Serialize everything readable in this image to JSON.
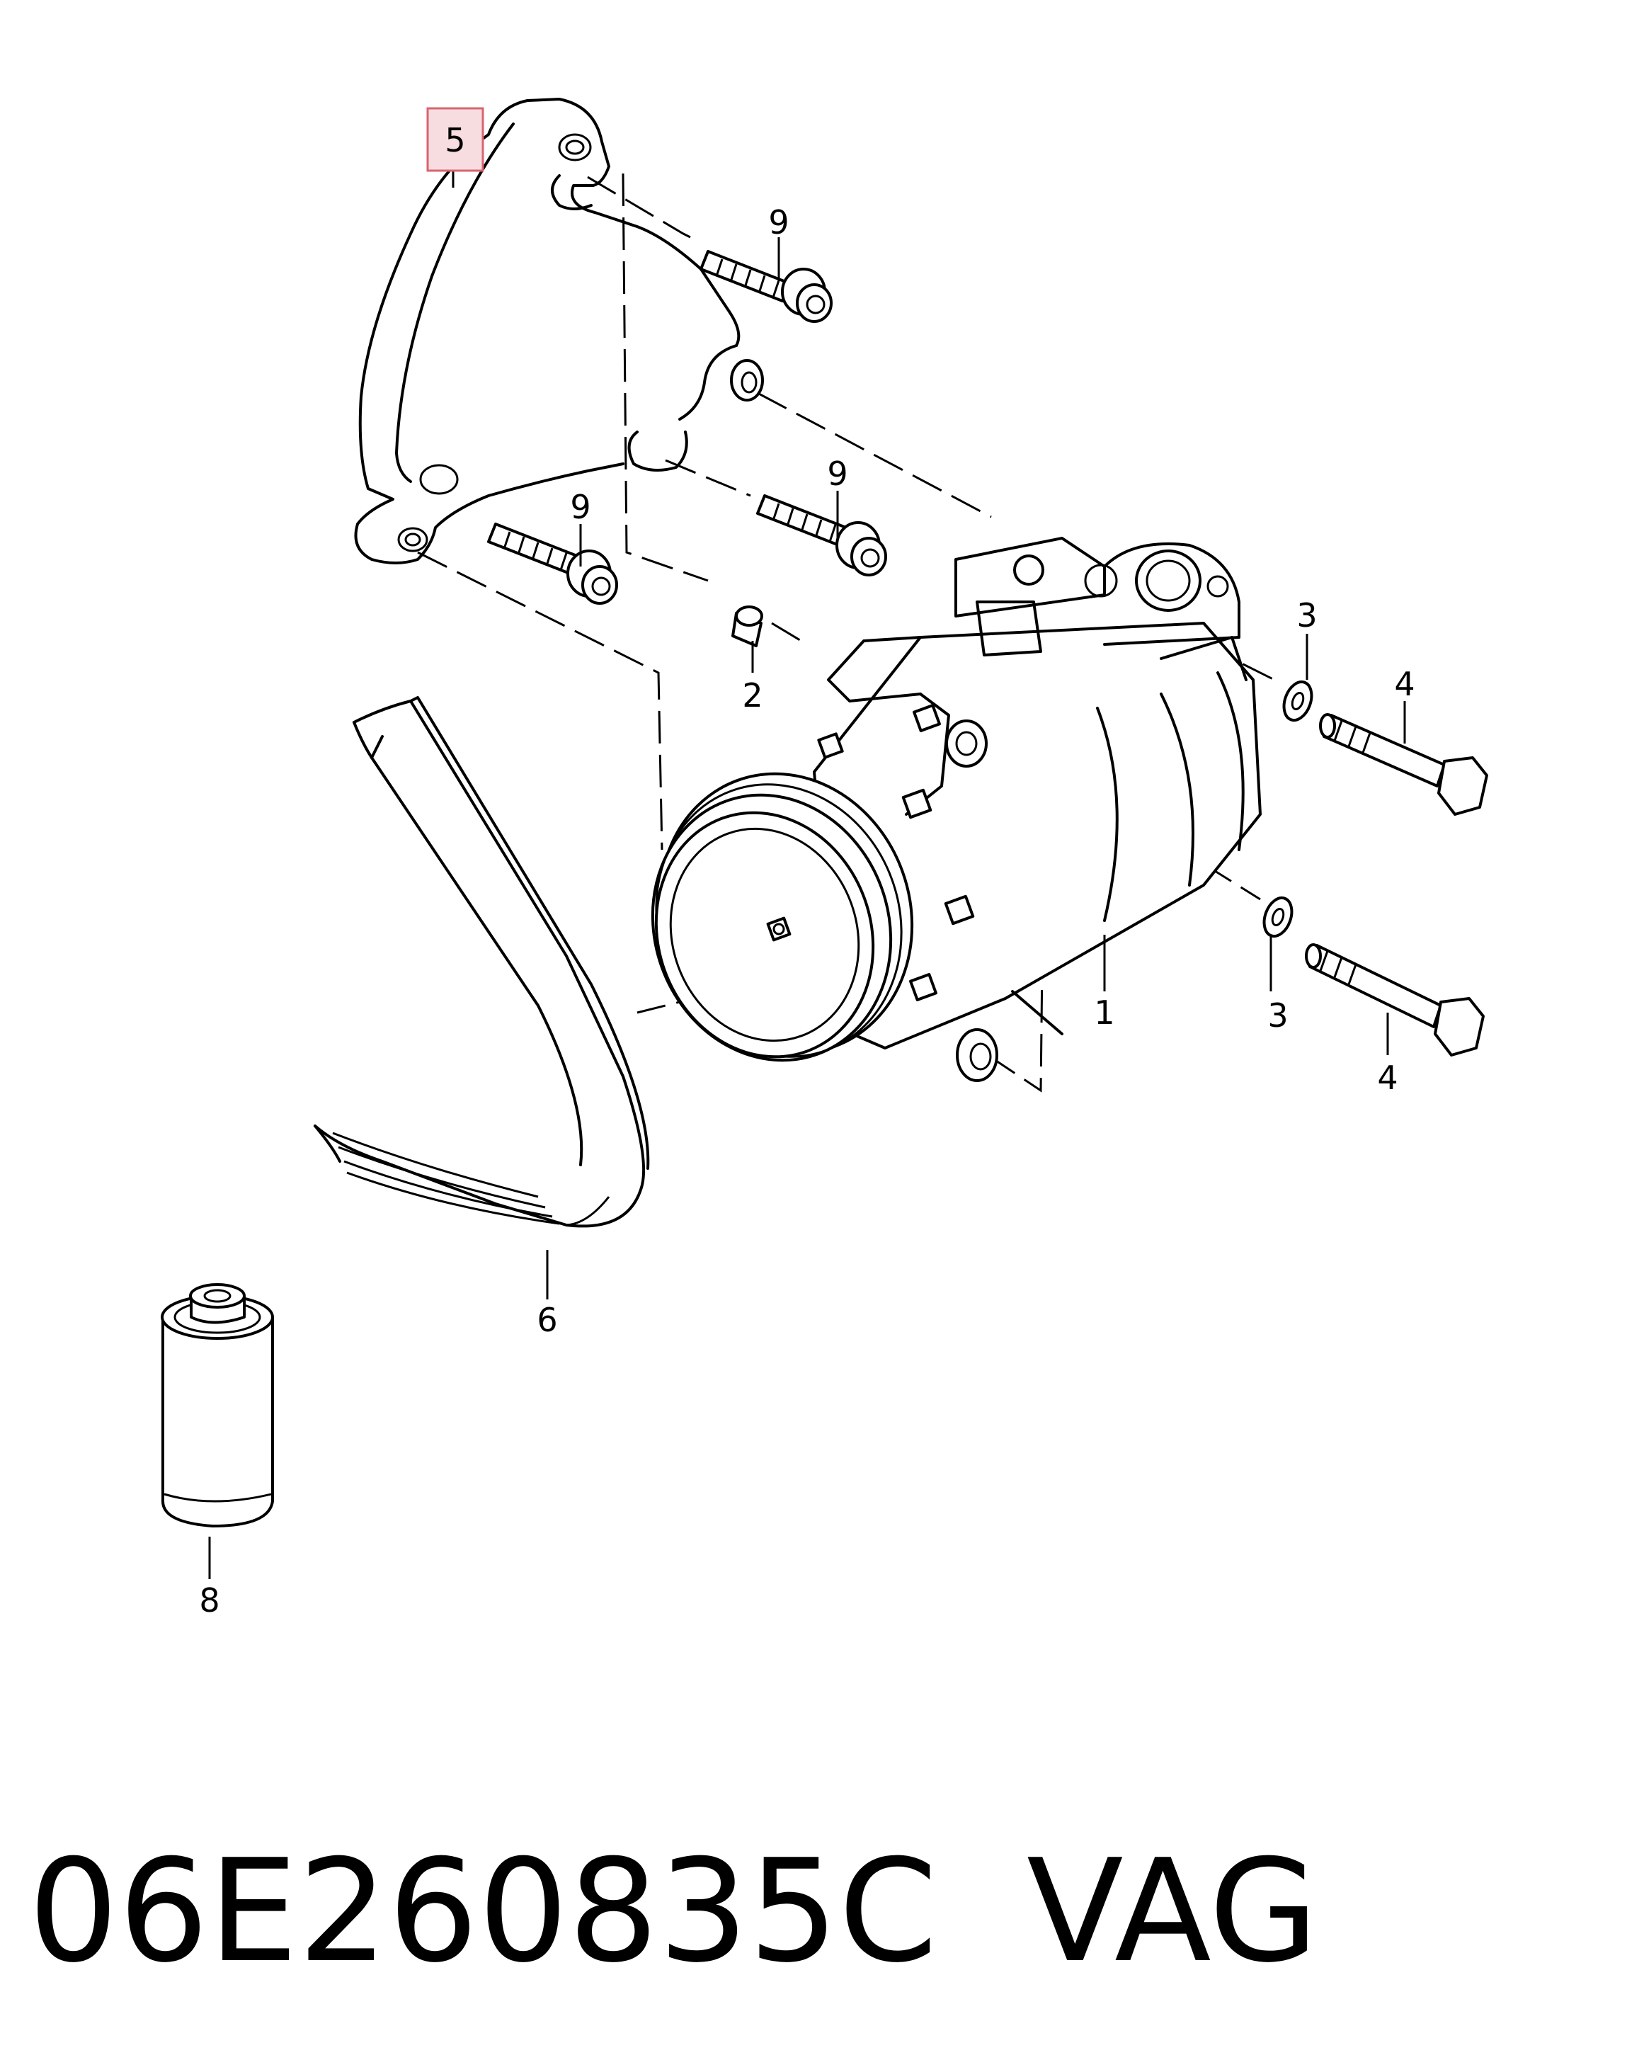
{
  "diagram": {
    "highlight_color": "#f7dde0",
    "highlight_border": "#d9646f",
    "callouts": [
      {
        "id": "5",
        "label": "5",
        "highlighted": true
      },
      {
        "id": "9a",
        "label": "9"
      },
      {
        "id": "9b",
        "label": "9"
      },
      {
        "id": "9c",
        "label": "9"
      },
      {
        "id": "2",
        "label": "2"
      },
      {
        "id": "3a",
        "label": "3"
      },
      {
        "id": "4a",
        "label": "4"
      },
      {
        "id": "1",
        "label": "1"
      },
      {
        "id": "3b",
        "label": "3"
      },
      {
        "id": "4b",
        "label": "4"
      },
      {
        "id": "6",
        "label": "6"
      },
      {
        "id": "8",
        "label": "8"
      }
    ]
  },
  "footer": {
    "part_number": "06E260835C",
    "brand": "VAG"
  }
}
